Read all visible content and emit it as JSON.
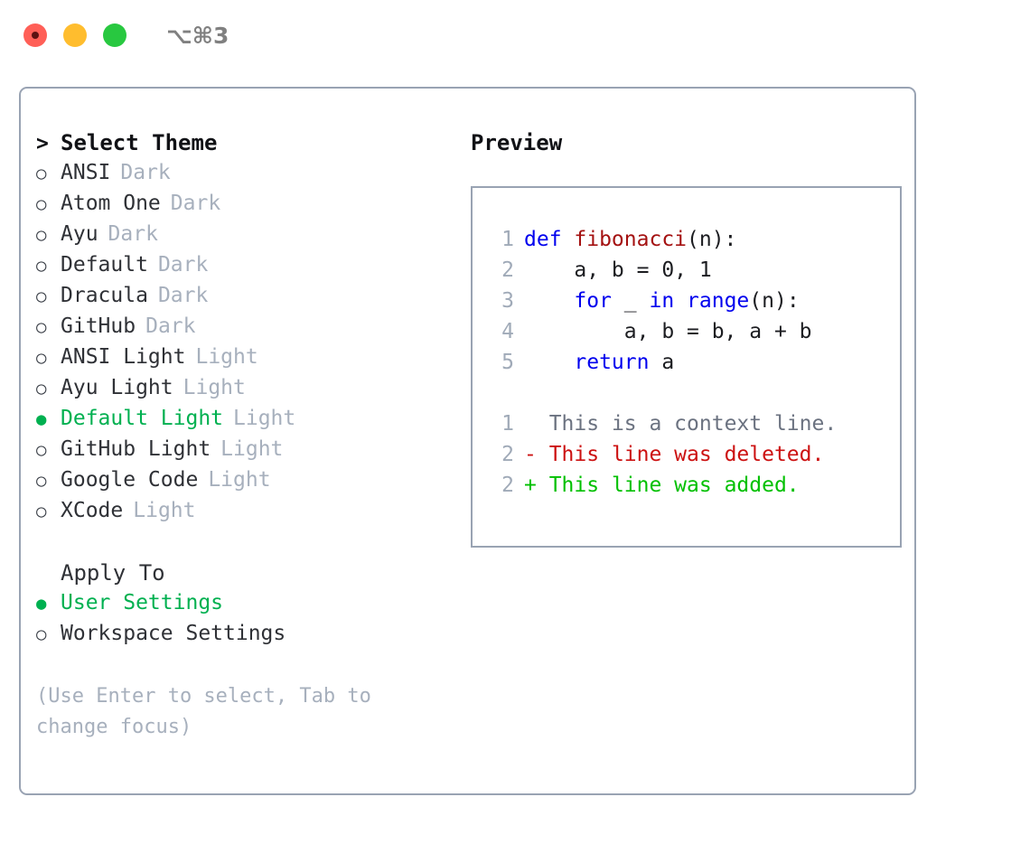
{
  "titlebar": {
    "lights": [
      "close-red",
      "minimize-yellow",
      "maximize-green"
    ],
    "shortcut": "⌥⌘3"
  },
  "colors": {
    "selected_green": "#00b050",
    "muted_grey": "#a7b0bd",
    "border": "#99a3b3",
    "keyword_blue": "#0000ee",
    "function_red": "#a41111",
    "diff_deleted": "#cc1111",
    "diff_added": "#00c000",
    "light_red": "#ff5f57",
    "light_yellow": "#ffbd2e",
    "light_green": "#28c840"
  },
  "theme_panel": {
    "header": "Select Theme",
    "header_prefix": "> ",
    "focused": true,
    "items": [
      {
        "marker": "○",
        "name": "ANSI",
        "category": "Dark",
        "selected": false
      },
      {
        "marker": "○",
        "name": "Atom One",
        "category": "Dark",
        "selected": false
      },
      {
        "marker": "○",
        "name": "Ayu",
        "category": "Dark",
        "selected": false
      },
      {
        "marker": "○",
        "name": "Default",
        "category": "Dark",
        "selected": false
      },
      {
        "marker": "○",
        "name": "Dracula",
        "category": "Dark",
        "selected": false
      },
      {
        "marker": "○",
        "name": "GitHub",
        "category": "Dark",
        "selected": false
      },
      {
        "marker": "○",
        "name": "ANSI Light",
        "category": "Light",
        "selected": false
      },
      {
        "marker": "○",
        "name": "Ayu Light",
        "category": "Light",
        "selected": false
      },
      {
        "marker": "●",
        "name": "Default Light",
        "category": "Light",
        "selected": true
      },
      {
        "marker": "○",
        "name": "GitHub Light",
        "category": "Light",
        "selected": false
      },
      {
        "marker": "○",
        "name": "Google Code",
        "category": "Light",
        "selected": false
      },
      {
        "marker": "○",
        "name": "XCode",
        "category": "Light",
        "selected": false
      }
    ]
  },
  "apply_to": {
    "header": "Apply To",
    "items": [
      {
        "marker": "●",
        "name": "User Settings",
        "selected": true
      },
      {
        "marker": "○",
        "name": "Workspace Settings",
        "selected": false
      }
    ]
  },
  "hint": "(Use Enter to select, Tab to change focus)",
  "preview": {
    "title": "Preview",
    "code": [
      {
        "lnum": "1",
        "tokens": [
          {
            "text": "def ",
            "kind": "kw"
          },
          {
            "text": "fibonacci",
            "kind": "fn"
          },
          {
            "text": "(n):",
            "kind": "plain"
          }
        ]
      },
      {
        "lnum": "2",
        "tokens": [
          {
            "text": "    a, b = 0, 1",
            "kind": "plain"
          }
        ]
      },
      {
        "lnum": "3",
        "tokens": [
          {
            "text": "    ",
            "kind": "plain"
          },
          {
            "text": "for",
            "kind": "kw"
          },
          {
            "text": " _ ",
            "kind": "plain"
          },
          {
            "text": "in",
            "kind": "kw"
          },
          {
            "text": " ",
            "kind": "plain"
          },
          {
            "text": "range",
            "kind": "kw"
          },
          {
            "text": "(n):",
            "kind": "plain"
          }
        ]
      },
      {
        "lnum": "4",
        "tokens": [
          {
            "text": "        a, b = b, a + b",
            "kind": "plain"
          }
        ]
      },
      {
        "lnum": "5",
        "tokens": [
          {
            "text": "    ",
            "kind": "plain"
          },
          {
            "text": "return",
            "kind": "kw"
          },
          {
            "text": " a",
            "kind": "plain"
          }
        ]
      }
    ],
    "diff": [
      {
        "lnum": "1",
        "sign": "  ",
        "text": "This is a context line.",
        "kind": "ctx"
      },
      {
        "lnum": "2",
        "sign": "- ",
        "text": "This line was deleted.",
        "kind": "del"
      },
      {
        "lnum": "2",
        "sign": "+ ",
        "text": "This line was added.",
        "kind": "add"
      }
    ]
  }
}
